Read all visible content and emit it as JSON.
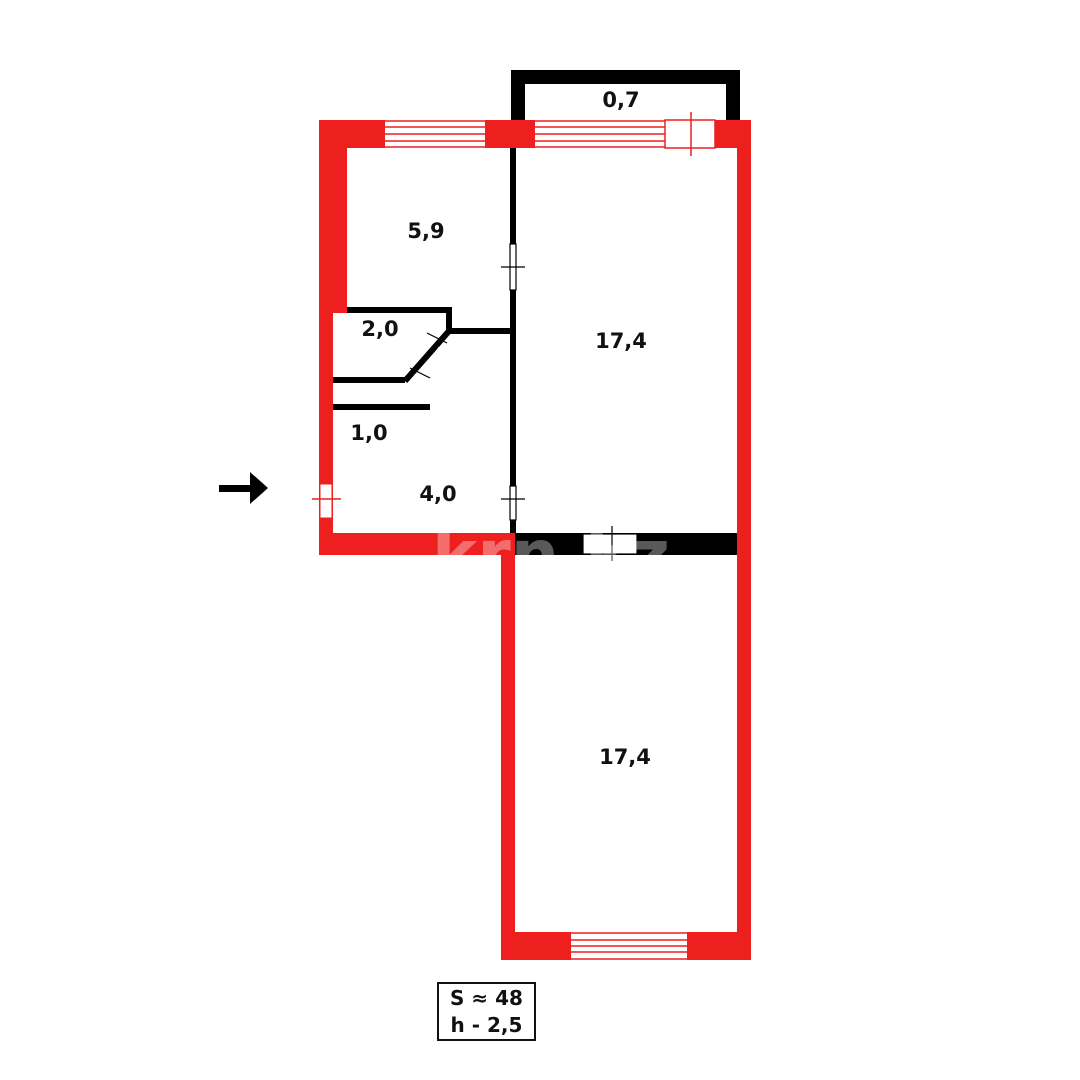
{
  "colors": {
    "exterior_wall": "#ee1f1f",
    "interior_wall": "#000000",
    "background": "#ffffff"
  },
  "rooms": [
    {
      "id": "balcony",
      "area": "0,7"
    },
    {
      "id": "kitchen",
      "area": "5,9"
    },
    {
      "id": "storage",
      "area": "2,0"
    },
    {
      "id": "bathroom",
      "area": "1,0"
    },
    {
      "id": "hall",
      "area": "4,0"
    },
    {
      "id": "room-upper",
      "area": "17,4"
    },
    {
      "id": "room-lower",
      "area": "17,4"
    }
  ],
  "summary": {
    "total_area": "S ≈ 48",
    "height": "h - 2,5"
  },
  "entrance": {
    "icon": "arrow-right-icon"
  },
  "watermark": "krn.kz"
}
